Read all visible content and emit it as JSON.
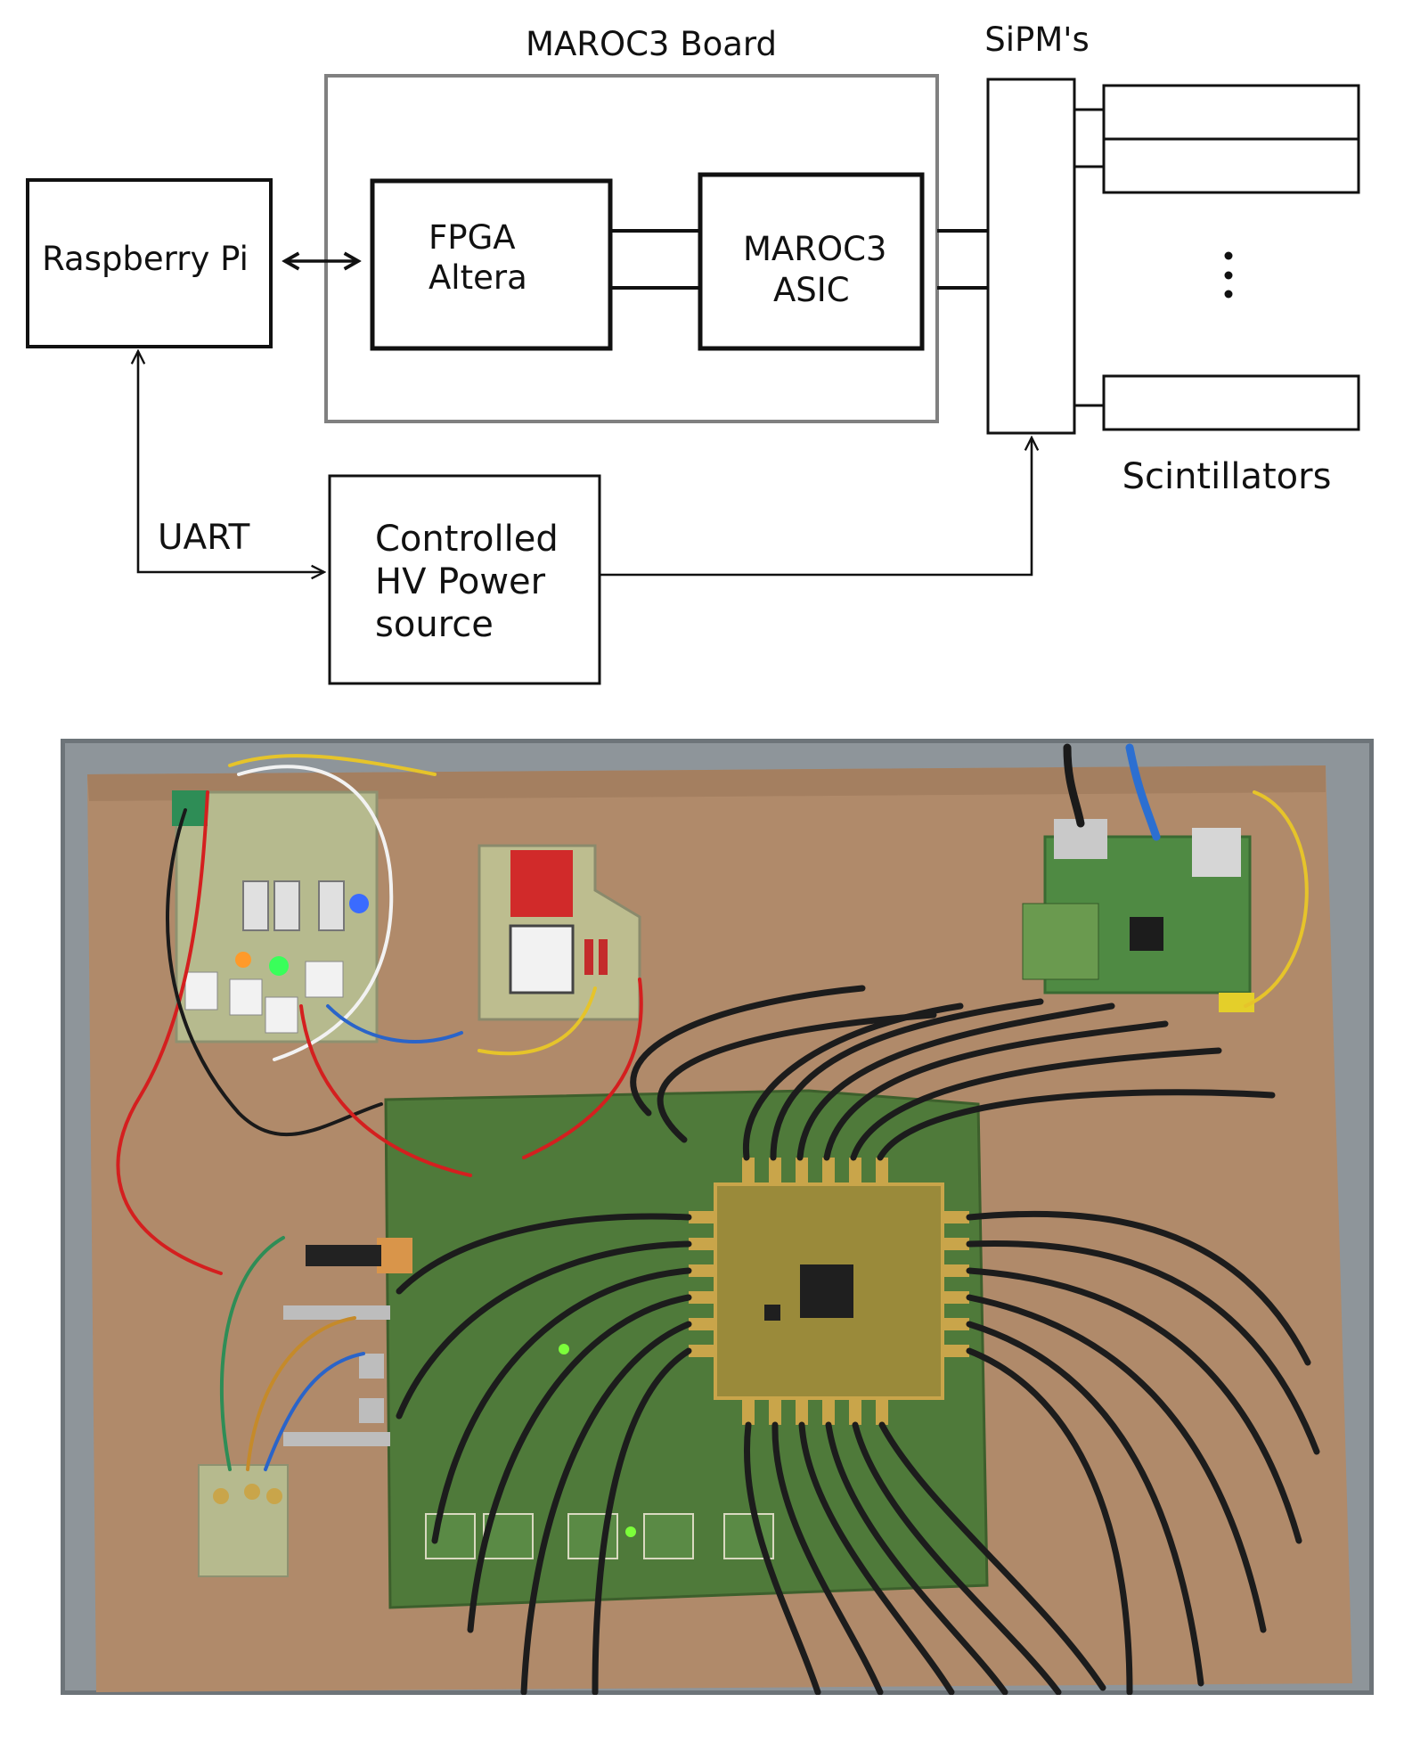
{
  "diagram": {
    "maroc_board_label": "MAROC3 Board",
    "sipm_label": "SiPM's",
    "raspberry_label": "Raspberry Pi",
    "fpga_line1": "FPGA",
    "fpga_line2": "Altera",
    "asic_line1": "MAROC3",
    "asic_line2": "ASIC",
    "uart_label": "UART",
    "hv_line1": "Controlled",
    "hv_line2": "HV Power",
    "hv_line3": "source",
    "scintillators_label": "Scintillators",
    "ellipsis": "⋮"
  },
  "photo": {
    "description_colors": {
      "box": "#8f969b",
      "board": "#b38c6b",
      "pcb": "#4f7a3a",
      "maroc_pcb": "#9a8a3a",
      "gold": "#c9a54a",
      "cable": "#1c1c1c"
    }
  }
}
